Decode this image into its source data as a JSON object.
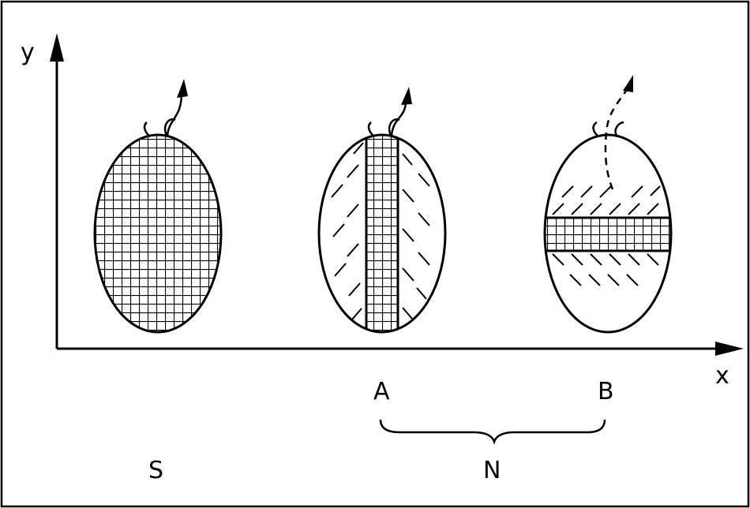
{
  "labels": {
    "y_axis": "y",
    "x_axis": "x",
    "S": "S",
    "A": "A",
    "B": "B",
    "N": "N"
  },
  "colors": {
    "ink": "#000000",
    "background": "#ffffff"
  }
}
